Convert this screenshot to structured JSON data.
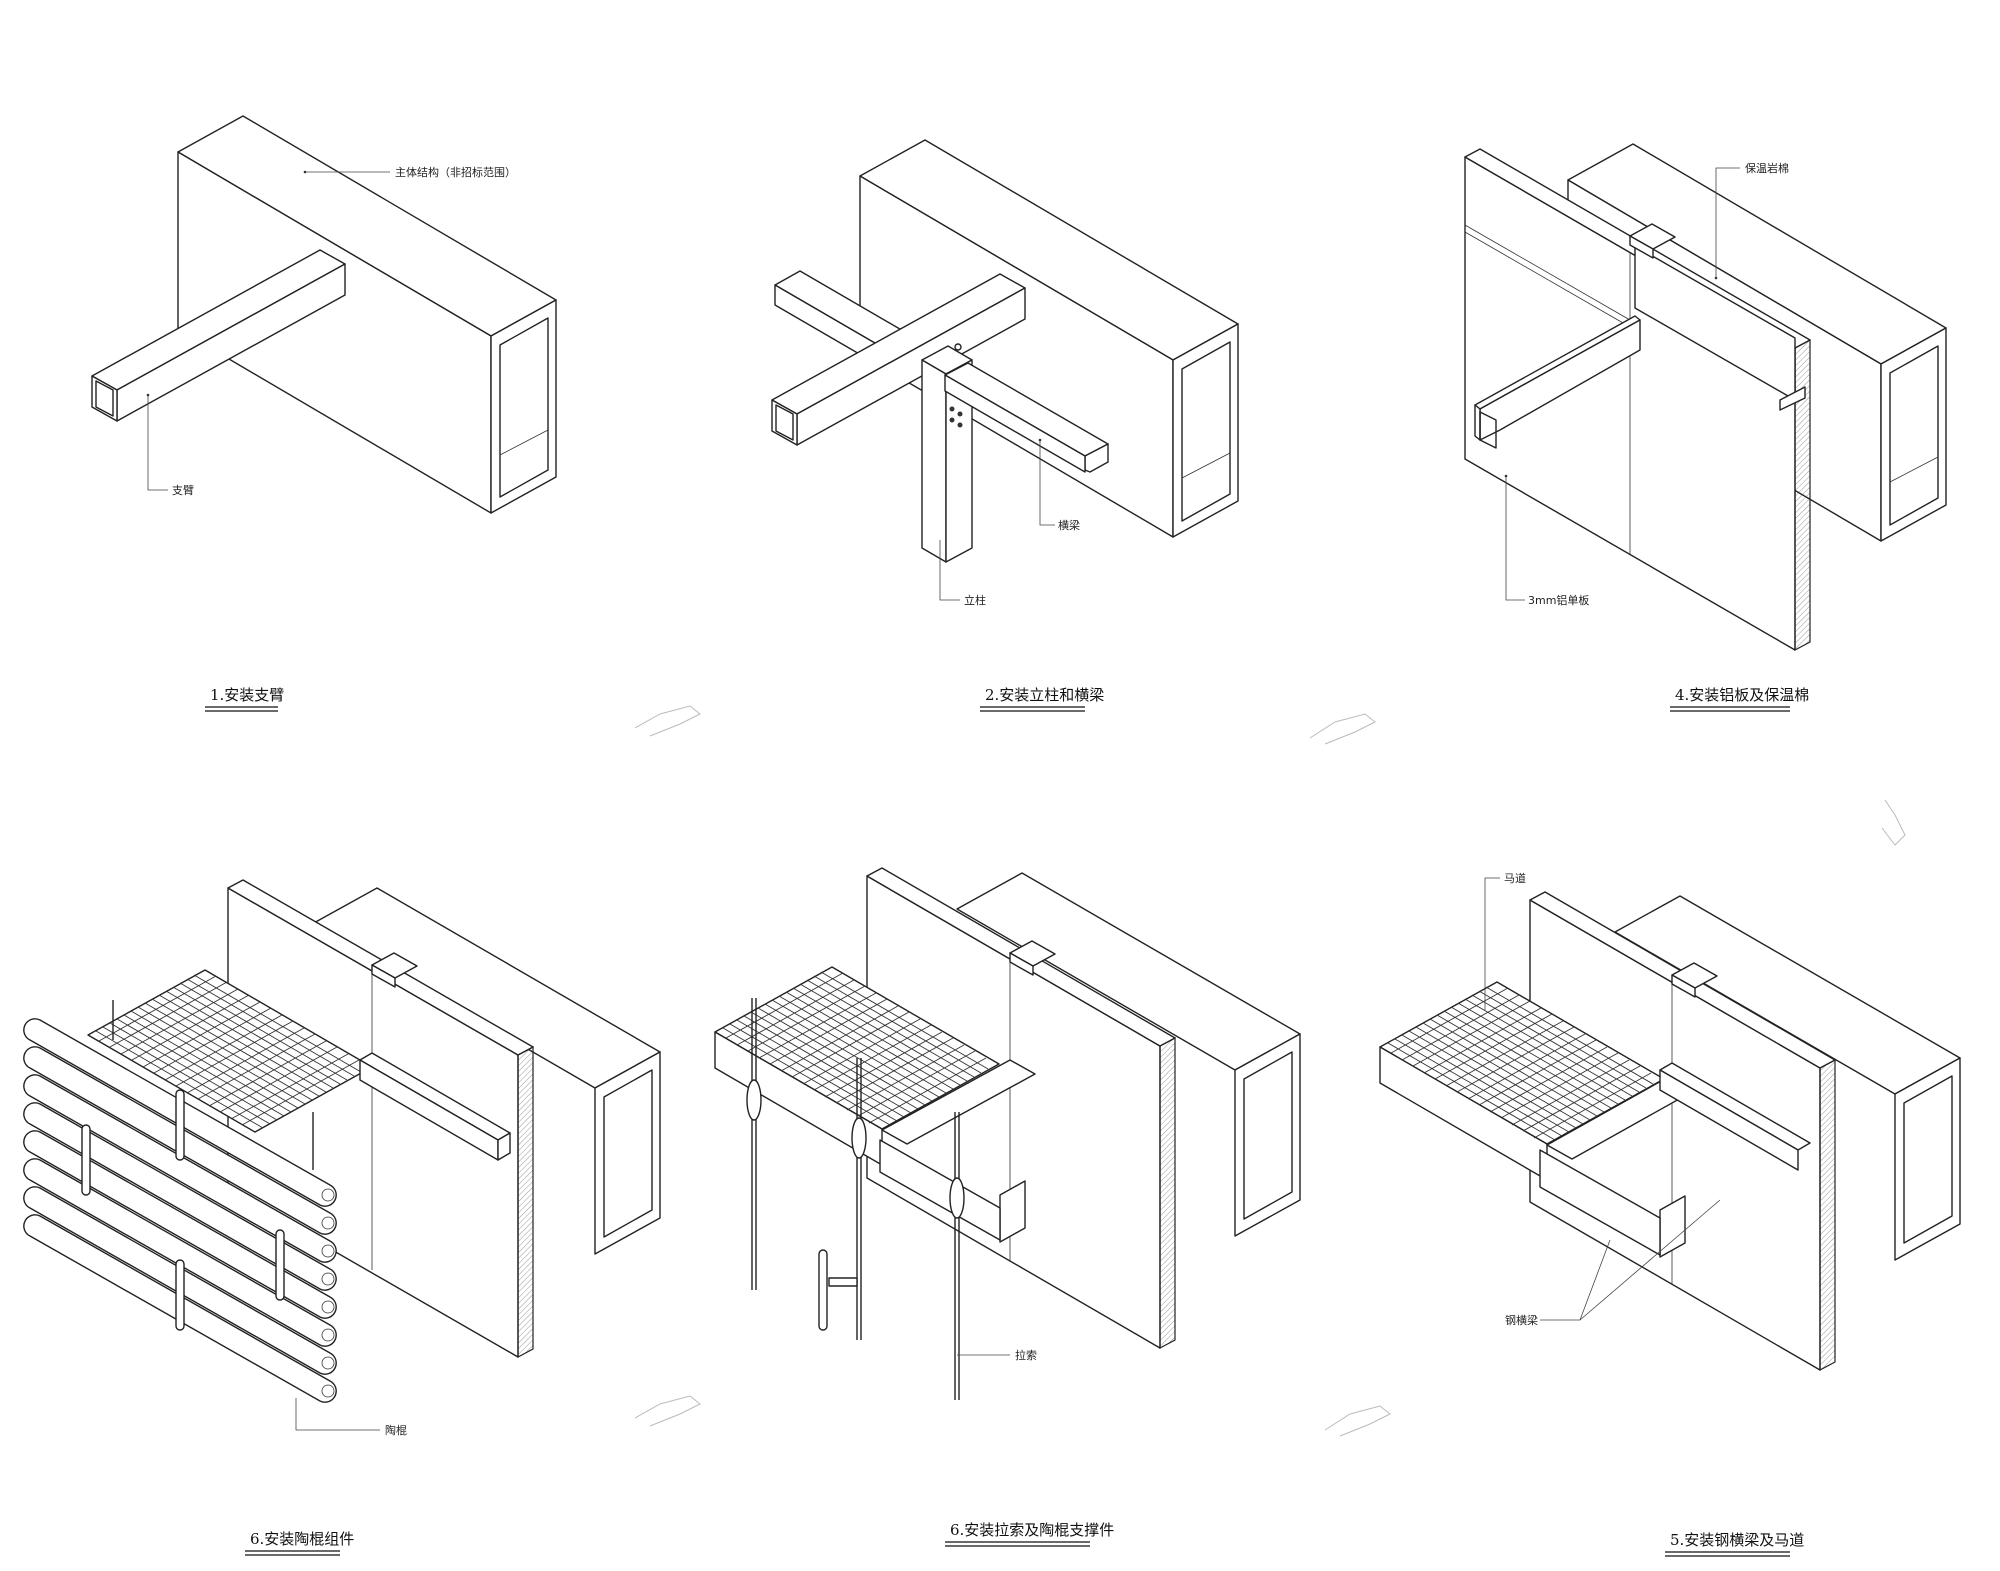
{
  "panels": [
    {
      "caption": "1.安装支臂",
      "labels": {
        "main_structure": "主体结构（非招标范围）",
        "arm": "支臂"
      }
    },
    {
      "caption": "2.安装立柱和横梁",
      "labels": {
        "beam": "横梁",
        "column": "立柱"
      }
    },
    {
      "caption": "4.安装铝板及保温棉",
      "labels": {
        "insulation": "保温岩棉",
        "panel": "3mm铝单板"
      }
    },
    {
      "caption": "6.安装陶棍组件",
      "labels": {
        "rod": "陶棍"
      }
    },
    {
      "caption": "6.安装拉索及陶棍支撑件",
      "labels": {
        "cable": "拉索"
      }
    },
    {
      "caption": "5.安装钢横梁及马道",
      "labels": {
        "walkway": "马道",
        "steel_beam": "钢横梁"
      }
    }
  ]
}
